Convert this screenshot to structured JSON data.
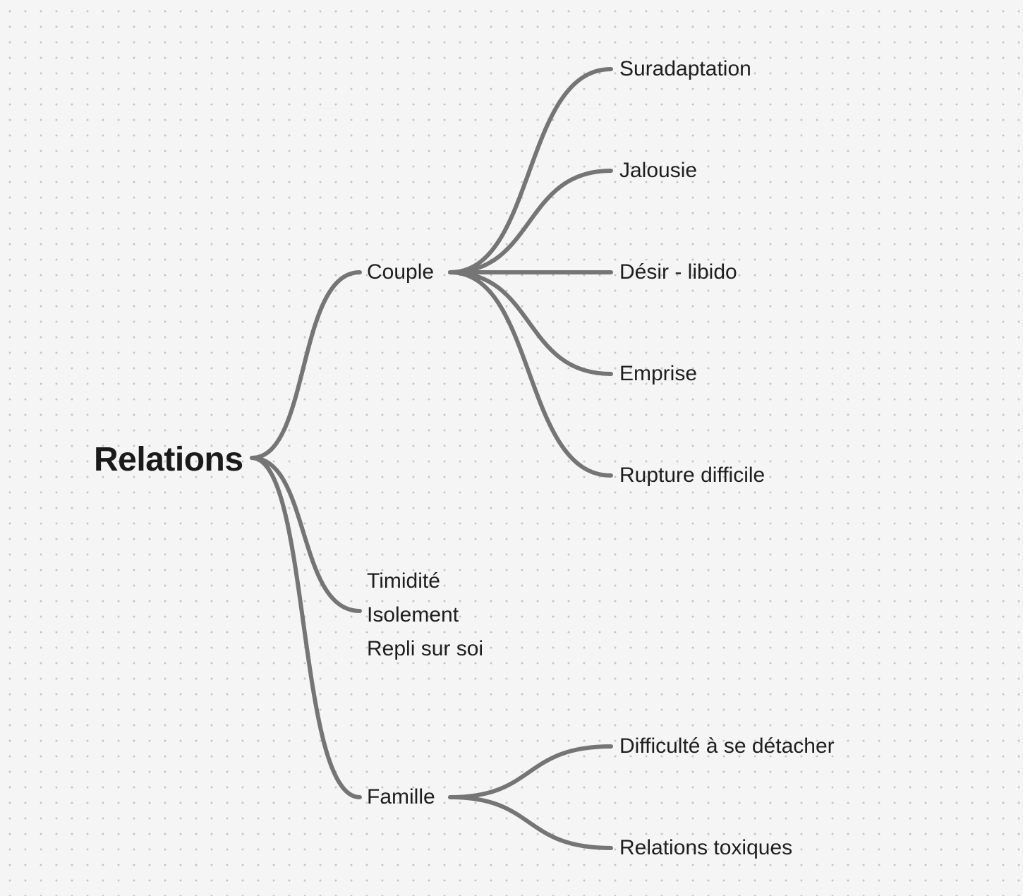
{
  "diagram": {
    "root": "Relations",
    "branches": [
      {
        "label": "Couple",
        "children": [
          "Suradaptation",
          "Jalousie",
          "Désir - libido",
          "Emprise",
          "Rupture difficile"
        ]
      },
      {
        "lines": [
          "Timidité",
          "Isolement",
          "Repli sur soi"
        ]
      },
      {
        "label": "Famille",
        "children": [
          "Difficulté à se détacher",
          "Relations toxiques"
        ]
      }
    ]
  },
  "colors": {
    "background": "#f5f5f5",
    "dots": "#c4c4c4",
    "connector": "#757575",
    "text": "#1e1e1e"
  }
}
